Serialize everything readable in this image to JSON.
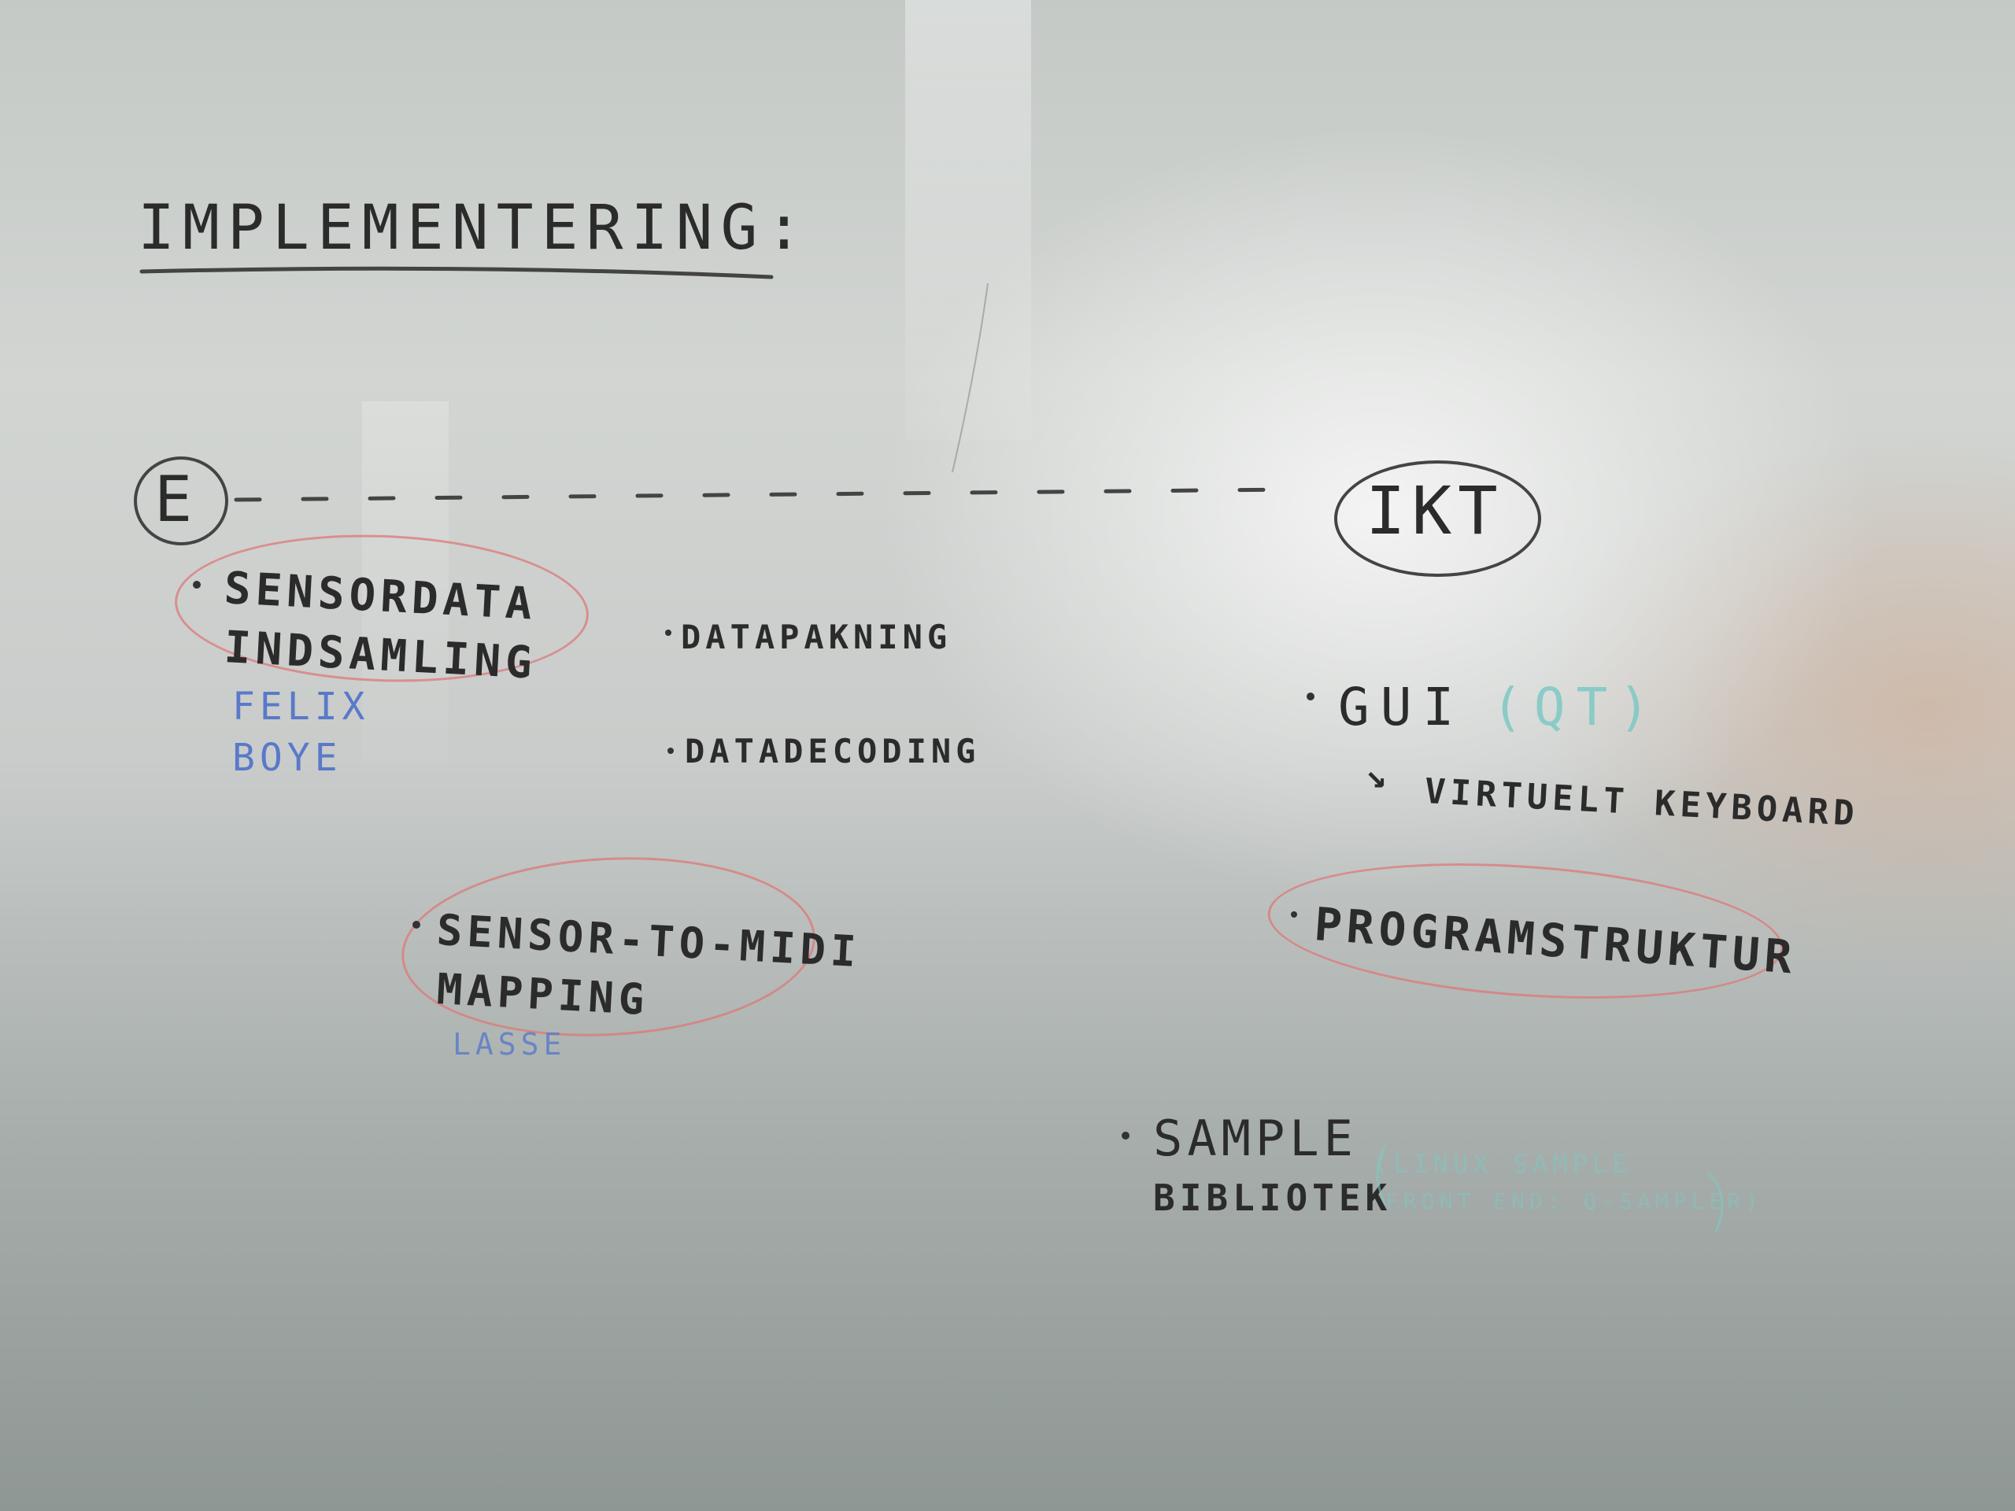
{
  "whiteboard": {
    "heading": "IMPLEMENTERING:",
    "left_node": "E",
    "right_node": "IKT",
    "items": {
      "sensordata_line1": "SENSORDATA",
      "sensordata_line2": "INDSAMLING",
      "sensordata_names_line1": "FELIX",
      "sensordata_names_line2": "BOYE",
      "datapakning": "DATAPAKNING",
      "datadecoding": "DATADECODING",
      "sensor_midi_line1": "SENSOR-TO-MIDI",
      "sensor_midi_line2": "MAPPING",
      "sensor_midi_name": "LASSE",
      "gui": "GUI",
      "gui_note": "(QT)",
      "virtuelt_keyboard": "VIRTUELT KEYBOARD",
      "programstruktur": "PROGRAMSTRUKTUR",
      "sample_line1": "SAMPLE",
      "sample_line2": "BIBLIOTEK",
      "sample_note_line1": "(LINUX SAMPLE",
      "sample_note_line2": "FRONT END: Q-SAMPLER)"
    }
  },
  "colors": {
    "marker_black": "#2b2b2b",
    "marker_blue": "#5a79c9",
    "marker_teal": "#7ec9c4",
    "marker_red": "#dc7878"
  }
}
